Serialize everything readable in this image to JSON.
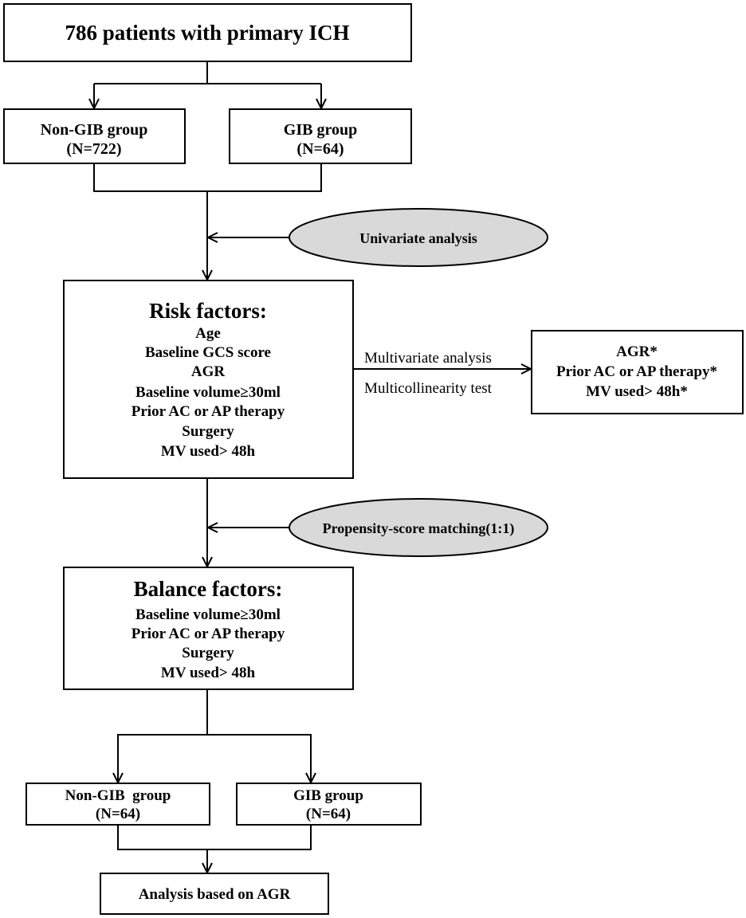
{
  "top": {
    "title": "786 patients with primary ICH"
  },
  "groups_initial": [
    {
      "label": "Non-GIB group",
      "n": "(N=722)"
    },
    {
      "label": "GIB group",
      "n": "(N=64)"
    }
  ],
  "univariate": "Univariate analysis",
  "risk": {
    "title": "Risk factors:",
    "items": [
      "Age",
      "Baseline GCS score",
      "AGR",
      "Baseline volume≥30ml",
      "Prior AC or AP therapy",
      "Surgery",
      "MV used> 48h"
    ]
  },
  "multivariate": {
    "label_top": "Multivariate analysis",
    "label_bottom": "Multicollinearity test"
  },
  "result": {
    "items": [
      "AGR*",
      "Prior AC or AP therapy*",
      "MV used> 48h*"
    ]
  },
  "psm": "Propensity-score matching(1:1)",
  "balance": {
    "title": "Balance factors:",
    "items": [
      "Baseline volume≥30ml",
      "Prior AC or AP therapy",
      "Surgery",
      "MV used> 48h"
    ]
  },
  "groups_matched": [
    {
      "label": "Non-GIB  group",
      "n": "(N=64)"
    },
    {
      "label": "GIB group",
      "n": "(N=64)"
    }
  ],
  "final": "Analysis based on AGR"
}
